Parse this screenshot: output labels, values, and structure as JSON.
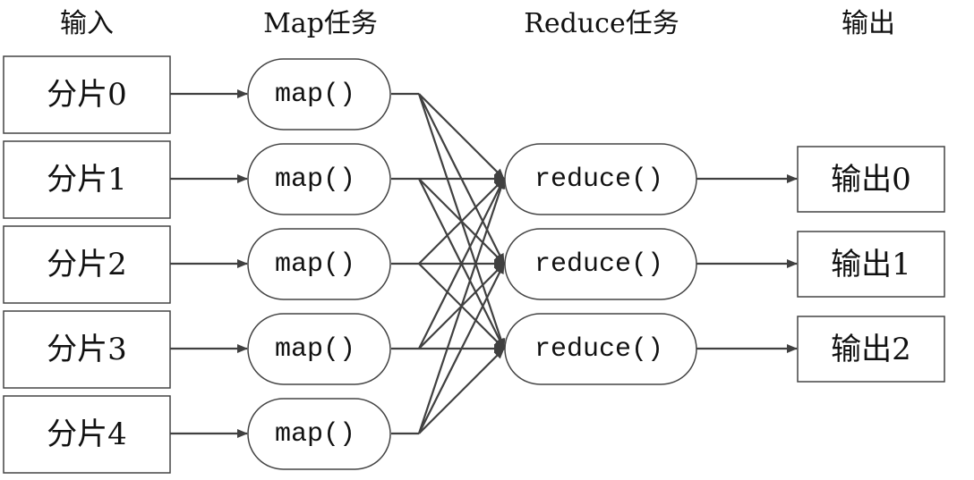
{
  "headers": {
    "input": "输入",
    "map": "Map任务",
    "reduce": "Reduce任务",
    "output": "输出"
  },
  "inputs": [
    "分片0",
    "分片1",
    "分片2",
    "分片3",
    "分片4"
  ],
  "maps": [
    "map()",
    "map()",
    "map()",
    "map()",
    "map()"
  ],
  "reduces": [
    "reduce()",
    "reduce()",
    "reduce()"
  ],
  "outputs": [
    "输出0",
    "输出1",
    "输出2"
  ]
}
